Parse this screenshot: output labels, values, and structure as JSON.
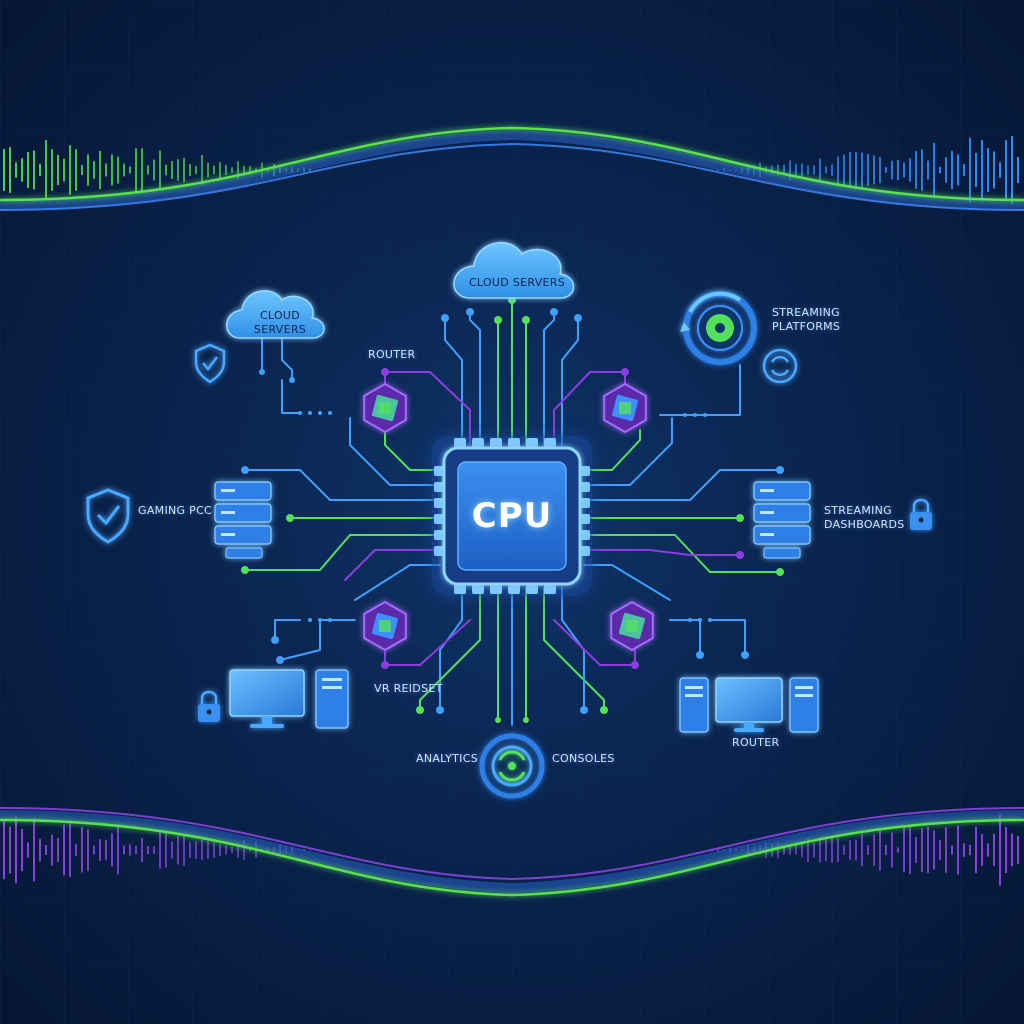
{
  "cpu": {
    "label": "CPU"
  },
  "labels": {
    "cloud_servers_left": "CLOUD SERVERS",
    "cloud_servers_top": "CLOUD SERVERS",
    "router_top": "ROUTER",
    "streaming_platforms": "STREAMING PLATFORMS",
    "gaming_pc": "GAMING PCC",
    "streaming_dashboards": "STREAMING DASHBOARDS",
    "vr_headset": "VR REIDSET",
    "router_bottom": "ROUTER",
    "analytics": "ANALYTICS",
    "consoles": "CONSOLES"
  },
  "colors": {
    "background": "#071a3a",
    "circuit_blue": "#3fa0ff",
    "circuit_green": "#55e05a",
    "circuit_purple": "#8a3ee0",
    "chip": "#2f7fe6",
    "waveform_green": "#4fd44a",
    "waveform_blue": "#2f8fff",
    "waveform_purple": "#8b45e0"
  },
  "icons": [
    "cloud-icon",
    "shield-check-icon",
    "padlock-icon",
    "server-rack-icon",
    "monitor-icon",
    "pc-tower-icon",
    "cube-hexagon-icon",
    "sync-icon",
    "streaming-disc-icon",
    "cpu-chip-icon",
    "waveform-icon"
  ]
}
